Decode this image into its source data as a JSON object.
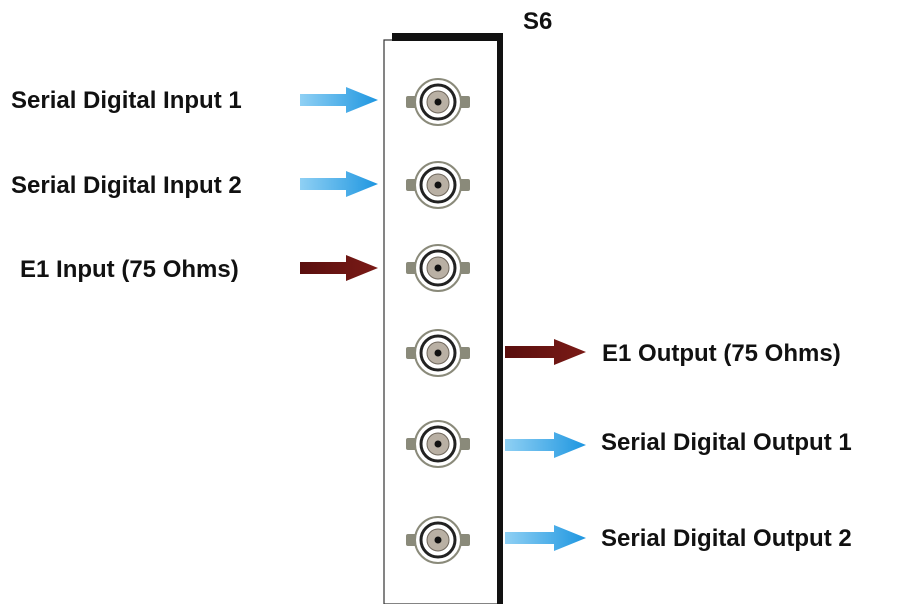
{
  "panel": {
    "title": "S6"
  },
  "inputs": [
    {
      "label": "Serial Digital Input 1",
      "signal": "serial-digital"
    },
    {
      "label": "Serial Digital Input 2",
      "signal": "serial-digital"
    },
    {
      "label": "E1 Input (75 Ohms)",
      "signal": "e1"
    }
  ],
  "outputs": [
    {
      "label": "E1 Output (75 Ohms)",
      "signal": "e1"
    },
    {
      "label": "Serial Digital Output 1",
      "signal": "serial-digital"
    },
    {
      "label": "Serial Digital Output 2",
      "signal": "serial-digital"
    }
  ],
  "colors": {
    "serial_digital_arrow": "#2aa3e6",
    "e1_arrow": "#6b1412",
    "panel_border": "#111111",
    "connector_ring": "#8a8a7a"
  }
}
